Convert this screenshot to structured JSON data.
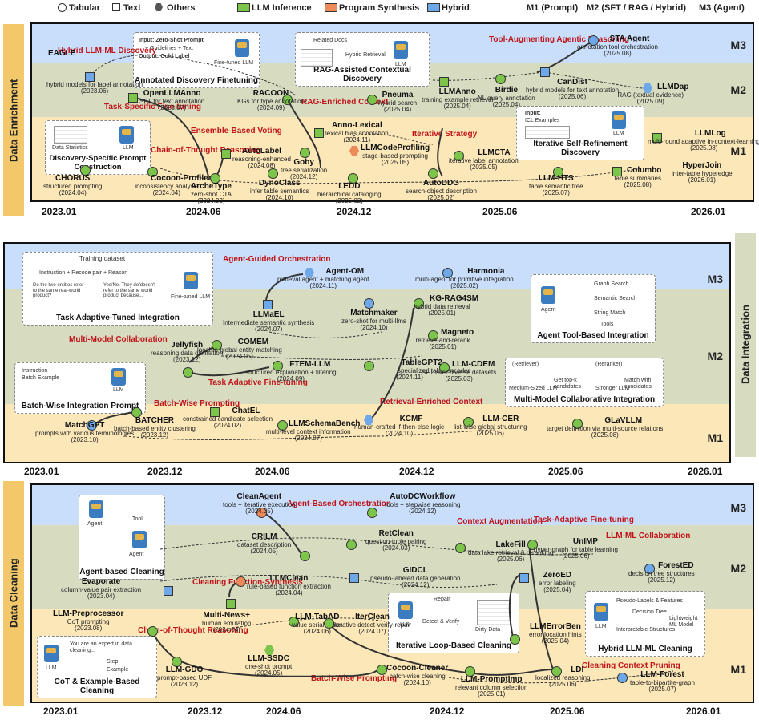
{
  "legend": {
    "tabular": "Tabular",
    "text": "Text",
    "others": "Others",
    "llm_inference": "LLM Inference",
    "program_synthesis": "Program Synthesis",
    "hybrid": "Hybrid",
    "m1": "M1 (Prompt)",
    "m2": "M2 (SFT / RAG / Hybrid)",
    "m3": "M3 (Agent)"
  },
  "levels": {
    "m1": "M1",
    "m2": "M2",
    "m3": "M3"
  },
  "sections": {
    "enrichment": {
      "title": "Data Enrichment",
      "axis": [
        "2023.01",
        "2024.06",
        "2024.12",
        "2025.06",
        "2026.01"
      ],
      "strategies": {
        "hybrid_llm_ml": "Hybrid LLM-ML Discovery",
        "task_specific": "Task-Specific Fine-tuning",
        "chain_of_thought": "Chain-of-Thought Reasoning",
        "ensemble": "Ensemble-Based Voting",
        "rag": "RAG-Enriched Context",
        "iterative": "Iterative Strategy",
        "tool_aug": "Tool-Augmenting Agentic Reasoning"
      },
      "cards": {
        "annotated": "Annotated Discovery Finetuning",
        "annotated_in1": "Input: Zero-Shot Prompt",
        "annotated_in2": "+ Guidelines + Text",
        "annotated_out": "Output: Gold Label",
        "annotated_llm": "Fine-tuned LLM",
        "rag": "RAG-Assisted Contextual Discovery",
        "rag_docs": "Related Docs",
        "rag_hybrid": "Hybrid Retrieval",
        "rag_llm": "LLM",
        "discovery": "Discovery-Specific Prompt Construction",
        "discovery_stats": "Data Statistics",
        "discovery_llm": "LLM",
        "iterative": "Iterative Self-Refinement Discovery",
        "iterative_in": "Input:",
        "iterative_icl": "ICL Examples",
        "iterative_llm": "LLM"
      },
      "nodes": {
        "eagle": {
          "name": "EAGLE",
          "desc": "hybrid models for label annotation",
          "date": "(2023.06)"
        },
        "openllmanno": {
          "name": "OpenLLMAnno",
          "desc": "SFT for text annotation",
          "date": "(2023.07)"
        },
        "racoon": {
          "name": "RACOON",
          "desc": "KGs for type annotation",
          "date": "(2024.09)"
        },
        "pneuma": {
          "name": "Pneuma",
          "desc": "hybrid search",
          "date": "(2025.04)"
        },
        "llmanno": {
          "name": "LLMAnno",
          "desc": "training example retrieval",
          "date": "(2025.04)"
        },
        "birdie": {
          "name": "Birdie",
          "desc": "NL query annotation",
          "date": "(2025.04)"
        },
        "candist": {
          "name": "CanDist",
          "desc": "hybrid models for text annotation",
          "date": "(2025.06)"
        },
        "sta": {
          "name": "STA Agent",
          "desc": "annotation tool orchestration",
          "date": "(2025.08)"
        },
        "llmdap": {
          "name": "LLMDap",
          "desc": "RAG (textual evidence)",
          "date": "(2025.09)"
        },
        "annolexical": {
          "name": "Anno-Lexical",
          "desc": "lexical bias annotation",
          "date": "(2024.11)"
        },
        "autolabel": {
          "name": "AutoLabel",
          "desc": "reasoning-enhanced",
          "date": "(2024.08)"
        },
        "goby": {
          "name": "Goby",
          "desc": "tree serialization",
          "date": "(2024.12)"
        },
        "llmcode": {
          "name": "LLMCodeProfiling",
          "desc": "stage-based prompting",
          "date": "(2025.05)"
        },
        "llmcta": {
          "name": "LLMCTA",
          "desc": "iterative label annotation",
          "date": "(2025.05)"
        },
        "llmlog": {
          "name": "LLMLog",
          "desc": "multi-round adaptive in-context-learning",
          "date": "(2025.08)"
        },
        "hyperjoin": {
          "name": "HyperJoin",
          "desc": "inter-table hyperedge",
          "date": "(2026.01)"
        },
        "chorus": {
          "name": "CHORUS",
          "desc": "structured prompting",
          "date": "(2024.04)"
        },
        "cocoonprof": {
          "name": "Cocoon-Profiler",
          "desc": "inconsistency analysis",
          "date": "(2024.04)"
        },
        "archetype": {
          "name": "ArcheType",
          "desc": "zero-shot CTA",
          "date": "(2024.03)"
        },
        "dynoclass": {
          "name": "DynoClass",
          "desc": "infer table semantics",
          "date": "(2024.10)"
        },
        "ledd": {
          "name": "LEDD",
          "desc": "hierarchical cataloging",
          "date": "(2025.02)"
        },
        "autoddg": {
          "name": "AutoDDG",
          "desc": "search-object description",
          "date": "(2025.02)"
        },
        "llmhts": {
          "name": "LLM-HTS",
          "desc": "table semantic tree",
          "date": "(2025.07)"
        },
        "columbo": {
          "name": "Columbo",
          "desc": "table summaries",
          "date": "(2025.08)"
        }
      }
    },
    "integration": {
      "title": "Data Integration",
      "axis": [
        "2023.01",
        "2023.12",
        "2024.06",
        "2024.12",
        "2025.06",
        "2026.01"
      ],
      "strategies": {
        "agent_guided": "Agent-Guided Orchestration",
        "multi_model": "Multi-Model Collaboration",
        "task_adaptive": "Task Adaptive Fine-tuning",
        "batch_wise": "Batch-Wise Prompting",
        "retrieval": "Retrieval-Enriched Context"
      },
      "cards": {
        "task_adaptive": "Task Adaptive-Tuned Integration",
        "ta_dataset": "Training dataset",
        "ta_formula": "Instruction + Recode pair + Reason",
        "ta_q": "Do the two entities refer to the same real-world product?",
        "ta_a": "Yes/No. They do/doesn't refer to the same world product because...",
        "ta_llm": "Fine-tuned LLM",
        "batch": "Batch-Wise Integration Prompt",
        "batch_in1": "Instruction",
        "batch_in2": "Batch Example",
        "batch_llm": "LLM",
        "tool": "Agent Tool-Based Integration",
        "tool_agent": "Agent",
        "tool_graph": "Graph Search",
        "tool_sem": "Semantic Search",
        "tool_str": "String Match",
        "tool_tools": "Tools",
        "multi": "Multi-Model Collaborative Integration",
        "multi_ret": "(Retriever)",
        "multi_rer": "(Reranker)",
        "multi_med": "Medium-Sized LLM",
        "multi_topk": "Get top-k candidates",
        "multi_str": "Stronger LLM",
        "multi_match": "Match with candidates"
      },
      "nodes": {
        "agentom": {
          "name": "Agent-OM",
          "desc": "retrieval agent + matching agent",
          "date": "(2024.11)"
        },
        "harmonia": {
          "name": "Harmonia",
          "desc": "multi-agent for primitive integration",
          "date": "(2025.02)"
        },
        "llmael": {
          "name": "LLMaEL",
          "desc": "Intermediate semantic synthesis",
          "date": "(2024.07)"
        },
        "matchmaker": {
          "name": "Matchmaker",
          "desc": "zero-shot for multi-llms",
          "date": "(2024.10)"
        },
        "kgrag": {
          "name": "KG-RAG4SM",
          "desc": "hybrid data retrieval",
          "date": "(2025.01)"
        },
        "magneto": {
          "name": "Magneto",
          "desc": "retrieve-and-rerank",
          "date": "(2025.01)"
        },
        "comem": {
          "name": "COMEM",
          "desc": "local-to-global entity matching",
          "date": "(2024.05)"
        },
        "jellyfish": {
          "name": "Jellyfish",
          "desc": "reasoning data distillation",
          "date": "(2023.12)"
        },
        "ftem": {
          "name": "FTEM-LLM",
          "desc": "structured explanation + filtering",
          "date": "(2024.09)"
        },
        "tablegpt2": {
          "name": "TableGPT2",
          "desc": "specialized table encoder",
          "date": "(2024.11)"
        },
        "llmcdem": {
          "name": "LLM-CDEM",
          "desc": "SFT over diverse datasets",
          "date": "(2025.03)"
        },
        "matchgpt": {
          "name": "MatchGPT",
          "desc": "prompts with various terminologies",
          "date": "(2023.10)"
        },
        "batcher": {
          "name": "BATCHER",
          "desc": "batch-based entity clustering",
          "date": "(2023.12)"
        },
        "chatel": {
          "name": "ChatEL",
          "desc": "constrained candidate selection",
          "date": "(2024.02)"
        },
        "llmschema": {
          "name": "LLMSchemaBench",
          "desc": "multi-level context information",
          "date": "(2024.07)"
        },
        "kcmf": {
          "name": "KCMF",
          "desc": "human-crafted if-then-else logic",
          "date": "(2024.10)"
        },
        "llmcer": {
          "name": "LLM-CER",
          "desc": "list-wise global structuring",
          "date": "(2025.06)"
        },
        "glavllm": {
          "name": "GLaVLLM",
          "desc": "target definition via multi-source relations",
          "date": "(2025.08)"
        }
      }
    },
    "cleaning": {
      "title": "Data Cleaning",
      "axis": [
        "2023.01",
        "2023.12",
        "2024.06",
        "2024.12",
        "2025.06",
        "2026.01"
      ],
      "strategies": {
        "agent_based": "Agent-Based Orchestration",
        "context_aug": "Context Augmentation",
        "task_adaptive": "Task-Adaptive Fine-tuning",
        "llm_ml": "LLM-ML Collaboration",
        "function_synth": "Cleaning Function-Synthesis",
        "cot": "Chain-of-Thought Reasoning",
        "batch_wise": "Batch-Wise Prompting",
        "pruning": "Cleaning Context Pruning"
      },
      "cards": {
        "agent": "Agent-based Cleaning",
        "agent_a": "Agent",
        "agent_tool": "Tool",
        "iterative": "Iterative Loop-Based Cleaning",
        "it_llm": "LLM",
        "it_repair": "Repair",
        "it_detect": "Detect & Verify",
        "it_dirty": "Dirty Data",
        "hybrid": "Hybrid LLM-ML Cleaning",
        "hy_llm": "LLM",
        "hy_pseudo": "Pseudo-Labels & Features",
        "hy_interp": "Interpretable Structures",
        "hy_ml": "Lightweight ML Model",
        "hy_dt": "Decision Tree",
        "cot": "CoT & Example-Based Cleaning",
        "cot_llm": "LLM",
        "cot_text": "You are an expert in data cleaning...",
        "cot_step": "Step",
        "cot_ex": "Example"
      },
      "nodes": {
        "cleanagent": {
          "name": "CleanAgent",
          "desc": "tools + iterative execution",
          "date": "(2024.05)"
        },
        "autodc": {
          "name": "AutoDCWorkflow",
          "desc": "tools + stepwise reasoning",
          "date": "(2024.12)"
        },
        "crilm": {
          "name": "CRILM",
          "desc": "dataset description",
          "date": "(2024.05)"
        },
        "retclean": {
          "name": "RetClean",
          "desc": "question-tuple pairing",
          "date": "(2024.03)"
        },
        "lakefill": {
          "name": "LakeFill",
          "desc": "data lake retrieval & reranking",
          "date": "(2025.06)"
        },
        "unimp": {
          "name": "UnIMP",
          "desc": "hyper-graph for table learning",
          "date": "(2025.06)"
        },
        "foresteD": {
          "name": "ForestED",
          "desc": "decision tree structures",
          "date": "(2025.12)"
        },
        "evaporate": {
          "name": "Evaporate",
          "desc": "column-value pair extraction",
          "date": "(2023.04)"
        },
        "llmclean": {
          "name": "LLMClean",
          "desc": "rule-based function extraction",
          "date": "(2024.04)"
        },
        "gidcl": {
          "name": "GIDCL",
          "desc": "pseudo-labeled data generation",
          "date": "(2024.12)"
        },
        "zeroed": {
          "name": "ZeroED",
          "desc": "error labeling",
          "date": "(2025.04)"
        },
        "llmpre": {
          "name": "LLM-Preprocessor",
          "desc": "CoT prompting",
          "date": "(2023.08)"
        },
        "multinews": {
          "name": "Multi-News+",
          "desc": "human emulation",
          "date": "(2024.04)"
        },
        "tabad": {
          "name": "LLM-TabAD",
          "desc": "value serialization",
          "date": "(2024.06)"
        },
        "iterclean": {
          "name": "IterClean",
          "desc": "iterative detect-verify-repair",
          "date": "(2024.07)"
        },
        "llmerror": {
          "name": "LLMErrorBen",
          "desc": "error location hints",
          "date": "(2025.04)"
        },
        "llmgdo": {
          "name": "LLM-GDO",
          "desc": "prompt-based UDF",
          "date": "(2023.12)"
        },
        "ssdc": {
          "name": "LLM-SSDC",
          "desc": "one-shot prompt",
          "date": "(2024.05)"
        },
        "cocoonclean": {
          "name": "Cocoon-Cleaner",
          "desc": "batch-wise cleaning",
          "date": "(2024.10)"
        },
        "prompttimp": {
          "name": "LLM-PromptImp",
          "desc": "relevant column selection",
          "date": "(2025.01)"
        },
        "ldi": {
          "name": "LDI",
          "desc": "localized reasoning",
          "date": "(2025.06)"
        },
        "llmforest": {
          "name": "LLM-Forest",
          "desc": "table-to-bipartite-graph",
          "date": "(2025.07)"
        }
      }
    }
  },
  "colors": {
    "m1": "#fbe7b8",
    "m2": "#d7dcc1",
    "m3": "#c9defa",
    "llm_inference": "#7cc44a",
    "program_synthesis": "#ee8a5a",
    "hybrid": "#6fa8e8",
    "strategy_text": "#c0141a",
    "side_tab": "#f2c86b",
    "side_tab_blue": "#5aa0e6"
  }
}
